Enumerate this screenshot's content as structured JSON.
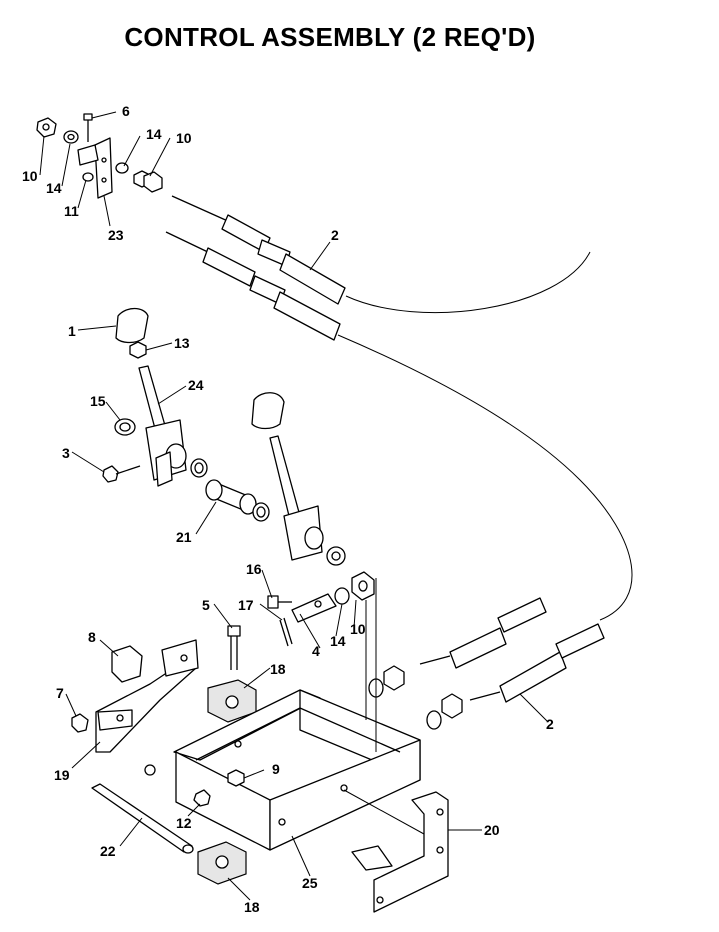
{
  "title": "CONTROL ASSEMBLY (2 REQ'D)",
  "callouts": [
    "6",
    "10",
    "14",
    "14",
    "10",
    "11",
    "23",
    "2",
    "1",
    "13",
    "24",
    "15",
    "3",
    "21",
    "16",
    "17",
    "5",
    "4",
    "14",
    "10",
    "8",
    "18",
    "7",
    "19",
    "9",
    "2",
    "12",
    "22",
    "20",
    "25",
    "18"
  ]
}
